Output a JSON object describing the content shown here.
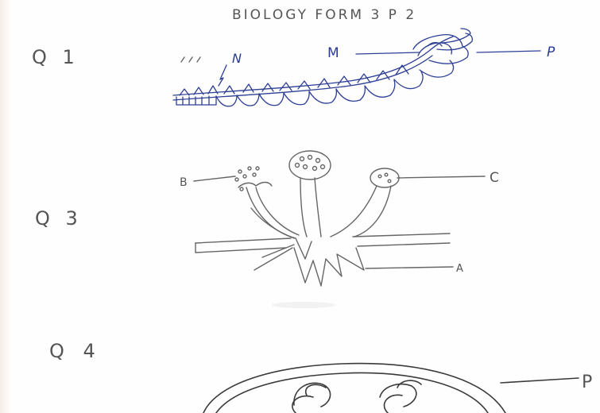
{
  "header": {
    "title": "BIOLOGY FORM 3 P 2"
  },
  "questions": [
    {
      "label": "Q 1"
    },
    {
      "label": "Q 3"
    },
    {
      "label": "Q 4"
    }
  ],
  "q1_labels": {
    "n": "N",
    "m": "M",
    "p": "P"
  },
  "q3_labels": {
    "b": "B",
    "c": "C",
    "a": "A"
  },
  "q4_labels": {
    "p": "P"
  },
  "colors": {
    "pencil": "#666666",
    "ink_blue": "#2d3f95",
    "paper": "#fefefe"
  }
}
